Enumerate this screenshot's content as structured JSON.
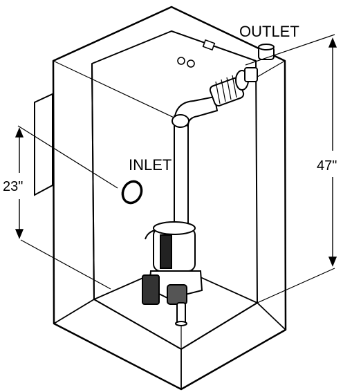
{
  "labels": {
    "outlet": "OUTLET",
    "inlet": "INLET",
    "inlet_height": "23\"",
    "total_height": "47\""
  },
  "colors": {
    "line": "#000000",
    "background": "#ffffff",
    "pipe_fill": "#ffffff"
  }
}
